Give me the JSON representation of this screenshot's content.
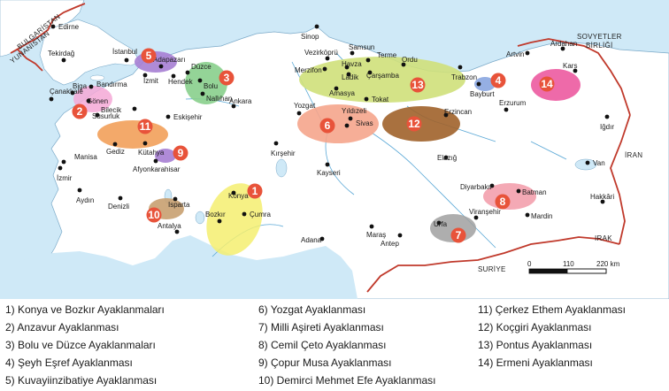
{
  "countries": [
    {
      "id": "bulgaristan",
      "label": "BULGARİSTAN"
    },
    {
      "id": "yunanistan",
      "label": "YUNANİSTAN"
    },
    {
      "id": "sovyet1",
      "label": "SOVYETLER"
    },
    {
      "id": "sovyet2",
      "label": "BİRLİĞİ"
    },
    {
      "id": "iran",
      "label": "İRAN"
    },
    {
      "id": "irak",
      "label": "IRAK"
    },
    {
      "id": "suriye",
      "label": "SURİYE"
    }
  ],
  "cities": [
    {
      "id": "edirne",
      "name": "Edirne"
    },
    {
      "id": "tekirdag",
      "name": "Tekirdağ"
    },
    {
      "id": "istanbul",
      "name": "İstanbul"
    },
    {
      "id": "izmit",
      "name": "İzmit"
    },
    {
      "id": "adapazari",
      "name": "Adapazarı"
    },
    {
      "id": "hendek",
      "name": "Hendek"
    },
    {
      "id": "duzce",
      "name": "Düzce"
    },
    {
      "id": "bolu",
      "name": "Bolu"
    },
    {
      "id": "nallihan",
      "name": "Nallıhan"
    },
    {
      "id": "ankara",
      "name": "Ankara"
    },
    {
      "id": "bilecik",
      "name": "Bilecik"
    },
    {
      "id": "eskisehir",
      "name": "Eskişehir"
    },
    {
      "id": "bandirma",
      "name": "Bandırma"
    },
    {
      "id": "biga",
      "name": "Biga"
    },
    {
      "id": "canakkale",
      "name": "Çanakkale"
    },
    {
      "id": "gonen",
      "name": "Gönen"
    },
    {
      "id": "susurluk",
      "name": "Susurluk"
    },
    {
      "id": "kutahya",
      "name": "Kütahya"
    },
    {
      "id": "gediz",
      "name": "Gediz"
    },
    {
      "id": "afyon",
      "name": "Afyonkarahisar"
    },
    {
      "id": "manisa",
      "name": "Manisa"
    },
    {
      "id": "izmir",
      "name": "İzmir"
    },
    {
      "id": "aydin",
      "name": "Aydın"
    },
    {
      "id": "denizli",
      "name": "Denizli"
    },
    {
      "id": "isparta",
      "name": "Isparta"
    },
    {
      "id": "antalya",
      "name": "Antalya"
    },
    {
      "id": "konya",
      "name": "Konya"
    },
    {
      "id": "bozkir",
      "name": "Bozkır"
    },
    {
      "id": "cumra",
      "name": "Çumra"
    },
    {
      "id": "sinop",
      "name": "Sinop"
    },
    {
      "id": "vezirkopru",
      "name": "Vezirköprü"
    },
    {
      "id": "samsun",
      "name": "Samsun"
    },
    {
      "id": "merzifon",
      "name": "Merzifon"
    },
    {
      "id": "havza",
      "name": "Havza"
    },
    {
      "id": "ladik",
      "name": "Lâdik"
    },
    {
      "id": "terme",
      "name": "Terme"
    },
    {
      "id": "carsamba",
      "name": "Çarşamba"
    },
    {
      "id": "ordu",
      "name": "Ordu"
    },
    {
      "id": "trabzon",
      "name": "Trabzon"
    },
    {
      "id": "amasya",
      "name": "Amasya"
    },
    {
      "id": "tokat",
      "name": "Tokat"
    },
    {
      "id": "yozgat",
      "name": "Yozgat"
    },
    {
      "id": "yildizeli",
      "name": "Yıldızeli"
    },
    {
      "id": "sivas",
      "name": "Sivas"
    },
    {
      "id": "kirsehir",
      "name": "Kırşehir"
    },
    {
      "id": "kayseri",
      "name": "Kayseri"
    },
    {
      "id": "erzincan",
      "name": "Erzincan"
    },
    {
      "id": "erzurum",
      "name": "Erzurum"
    },
    {
      "id": "bayburt",
      "name": "Bayburt"
    },
    {
      "id": "artvin",
      "name": "Artvin"
    },
    {
      "id": "ardahan",
      "name": "Ardahan"
    },
    {
      "id": "kars",
      "name": "Kars"
    },
    {
      "id": "igdir",
      "name": "Iğdır"
    },
    {
      "id": "elazig",
      "name": "Elazığ"
    },
    {
      "id": "diyarbakir",
      "name": "Diyarbakır"
    },
    {
      "id": "batman",
      "name": "Batman"
    },
    {
      "id": "van",
      "name": "Van"
    },
    {
      "id": "hakkari",
      "name": "Hakkâri"
    },
    {
      "id": "urfa",
      "name": "Urfa"
    },
    {
      "id": "viransehir",
      "name": "Viranşehir"
    },
    {
      "id": "mardin",
      "name": "Mardin"
    },
    {
      "id": "adana",
      "name": "Adana"
    },
    {
      "id": "maras",
      "name": "Maraş"
    },
    {
      "id": "antep",
      "name": "Antep"
    }
  ],
  "markers": [
    "1",
    "2",
    "3",
    "4",
    "5",
    "6",
    "7",
    "8",
    "9",
    "10",
    "11",
    "12",
    "13",
    "14"
  ],
  "scale": {
    "start": "0",
    "mid": "110",
    "end": "220 km"
  },
  "legend": [
    "1) Konya ve Bozkır Ayaklanmaları",
    "2) Anzavur Ayaklanması",
    "3) Bolu ve Düzce Ayaklanmaları",
    "4) Şeyh Eşref Ayaklanması",
    "5) Kuvayiinzibatiye Ayaklanması",
    "6) Yozgat Ayaklanması",
    "7) Milli Aşireti Ayaklanması",
    "8) Cemil Çeto Ayaklanması",
    "9) Çopur Musa Ayaklanması",
    "10) Demirci Mehmet Efe Ayaklanması",
    "11) Çerkez Ethem Ayaklanması",
    "12) Koçgiri Ayaklanması",
    "13) Pontus Ayaklanması",
    "14) Ermeni Ayaklanması"
  ],
  "colors": {
    "sea": "#cfe9f7",
    "land": "#ffffff",
    "border": "#c0392b",
    "marker": "#e8533a"
  }
}
